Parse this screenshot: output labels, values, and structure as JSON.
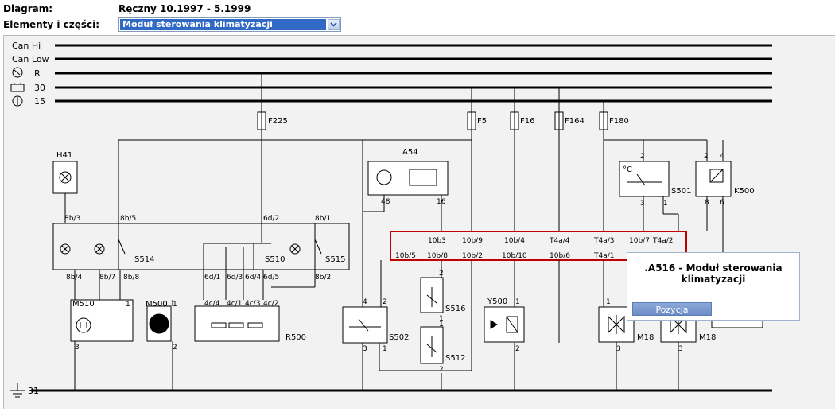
{
  "header": {
    "diagram_label": "Diagram:",
    "diagram_value": "Ręczny 10.1997 - 5.1999",
    "parts_label": "Elementy i części:",
    "parts_selected": "Moduł sterowania klimatyzacji"
  },
  "buses": {
    "can_hi": "Can Hi",
    "can_low": "Can Low",
    "r": "R",
    "b30": "30",
    "b15": "15",
    "b31": "31"
  },
  "fuses": [
    "F225",
    "F5",
    "F16",
    "F164",
    "F180"
  ],
  "components": {
    "h41": "H41",
    "a54": "A54",
    "s514": "S514",
    "s510": "S510",
    "s515": "S515",
    "s501": "S501",
    "k500": "K500",
    "m510": "M510",
    "m500": "M500",
    "r500": "R500",
    "s502": "S502",
    "s516": "S516",
    "s512": "S512",
    "y500": "Y500",
    "m18a": "M18",
    "m18b": "M18"
  },
  "pins": {
    "h41_top": "8b/3",
    "s514_top": "8b/5",
    "s510_top": "6d/2",
    "s515_top": "8b/1",
    "a54_48": "48",
    "a54_16": "16",
    "s501_2": "2",
    "s501_3": "3",
    "s501_1": "1",
    "k500_2": "2",
    "k500_4": "4",
    "k500_8": "8",
    "k500_6": "6",
    "bot_8b4": "8b/4",
    "bot_8b7": "8b/7",
    "bot_8b8": "8b/8",
    "bot_6d1": "6d/1",
    "bot_6d3": "6d/3",
    "bot_6d4": "6d/4",
    "bot_6d5": "6d/5",
    "bot_8b2": "8b/2",
    "r500_4c4": "4c/4",
    "r500_4c1": "4c/1",
    "r500_4c3": "4c/3",
    "r500_4c2": "4c/2",
    "m510_1": "1",
    "m510_3": "3",
    "m500_1": "1",
    "m500_2": "2",
    "s502_4": "4",
    "s502_2": "2",
    "s502_3": "3",
    "s502_1": "1",
    "s516_2": "2",
    "s516_1": "1",
    "s512_1": "1",
    "s512_2": "2",
    "y500_1": "1",
    "y500_2": "2",
    "m18a_1": "1",
    "m18a_3": "3",
    "m18b_3": "3",
    "a516_top": [
      "10b3",
      "10b/9",
      "10b/4",
      "T4a/4",
      "T4a/3",
      "10b/7",
      "T4a/2"
    ],
    "a516_bot": [
      "10b/5",
      "10b/8",
      "10b/2",
      "10b/10",
      "10b/6",
      "T4a/1"
    ]
  },
  "tooltip": {
    "title_line1": ".A516 - Moduł sterowania",
    "title_line2": "klimatyzacji",
    "button": "Pozycja"
  },
  "colors": {
    "highlight": "#c00000",
    "select_bg": "#316ac5",
    "diagram_bg": "#f2f2f2"
  }
}
